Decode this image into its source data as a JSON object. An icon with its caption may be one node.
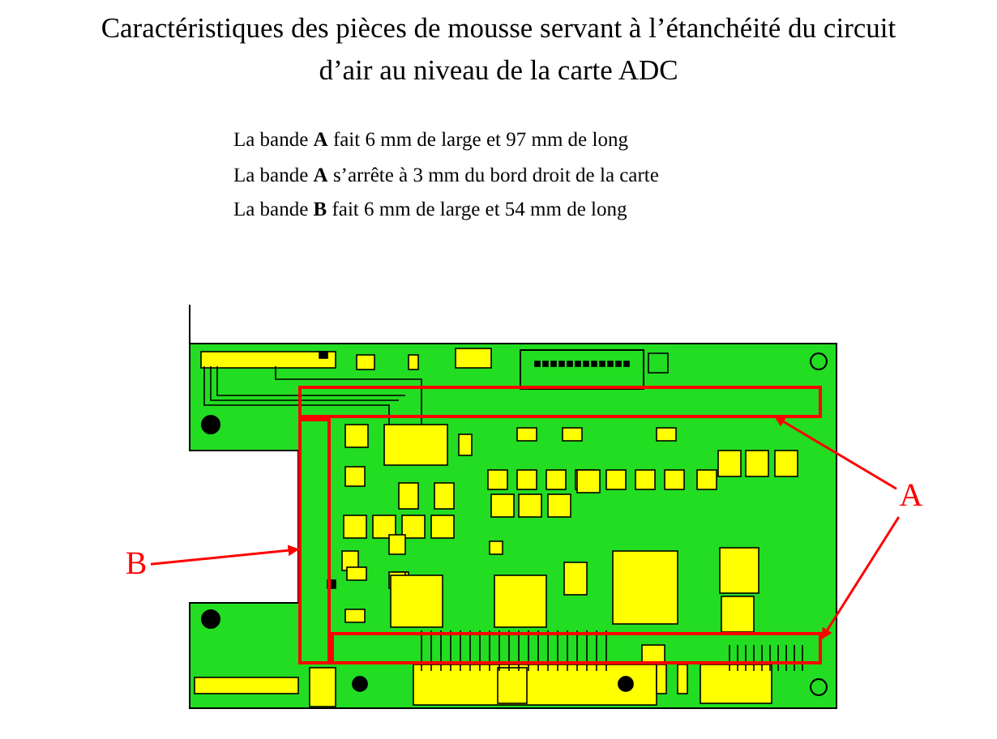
{
  "diagram": {
    "title": "Caractéristiques des pièces de mousse servant à l’étanchéité du circuit d’air au niveau de la carte ADC",
    "nodes": [
      {
        "text": [],
        "shape": "bar"
      },
      {
        "text": [],
        "shape": "bar"
      },
      {
        "text": [],
        "shape": "bar"
      },
      {
        "text": [
          "A"
        ]
      },
      {
        "text": [
          "B"
        ]
      }
    ],
    "edges": [
      {
        "from": 3,
        "to": 0,
        "arrow": "to",
        "color": "#ff0000"
      },
      {
        "from": 3,
        "to": 2,
        "arrow": "to",
        "color": "#ff0000"
      },
      {
        "from": 4,
        "to": 1,
        "arrow": "to",
        "color": "#ff0000"
      }
    ],
    "labels": [
      "La bande **A** fait 6 mm de large et 97 mm de long",
      "La bande **A** s’arrête à 3 mm du bord droit de la carte",
      "La bande **B** fait 6 mm de large et 54 mm de long"
    ]
  }
}
